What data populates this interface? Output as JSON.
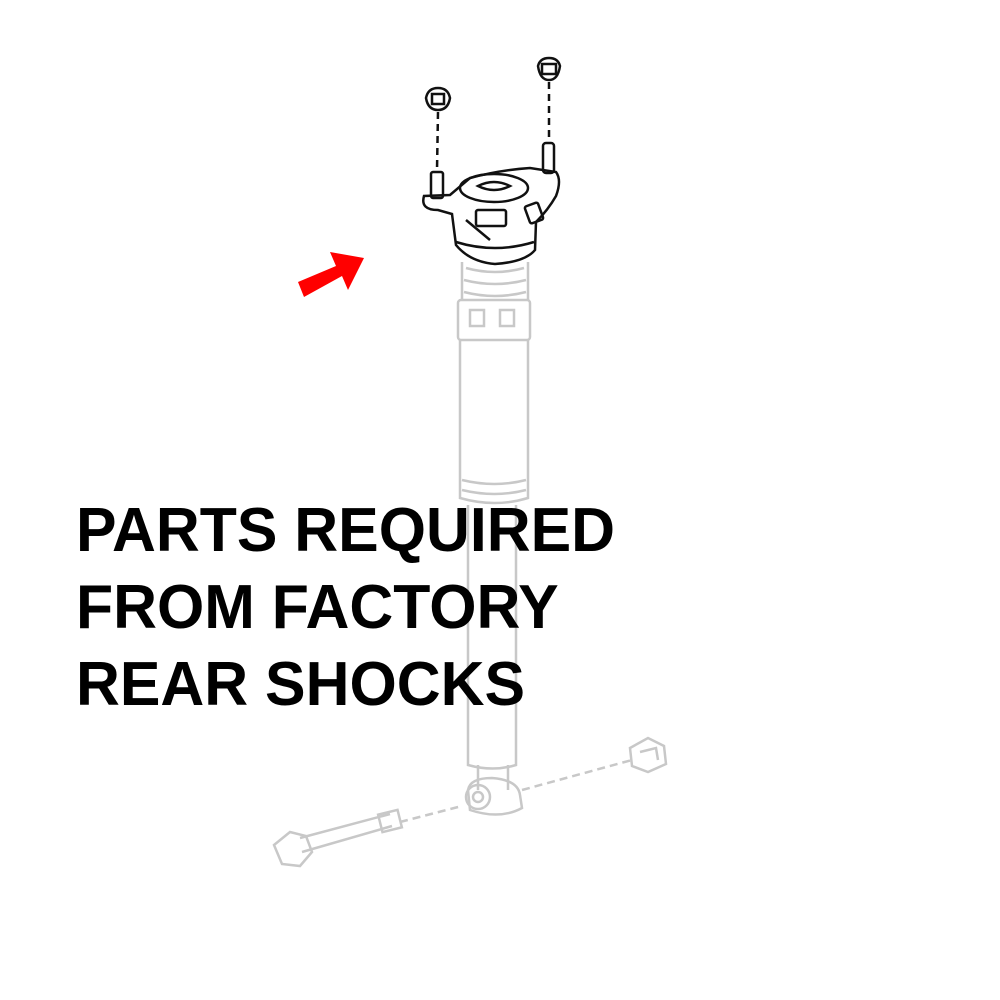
{
  "caption": {
    "lines": [
      "PARTS REQUIRED",
      "FROM FACTORY",
      "REAR SHOCKS"
    ]
  },
  "colors": {
    "arrow": "#ff0000",
    "highlighted_part": "#000000",
    "faded_parts": "#c8c8c8",
    "text": "#000000"
  },
  "icons": {
    "pointer": "red-arrow-icon"
  }
}
